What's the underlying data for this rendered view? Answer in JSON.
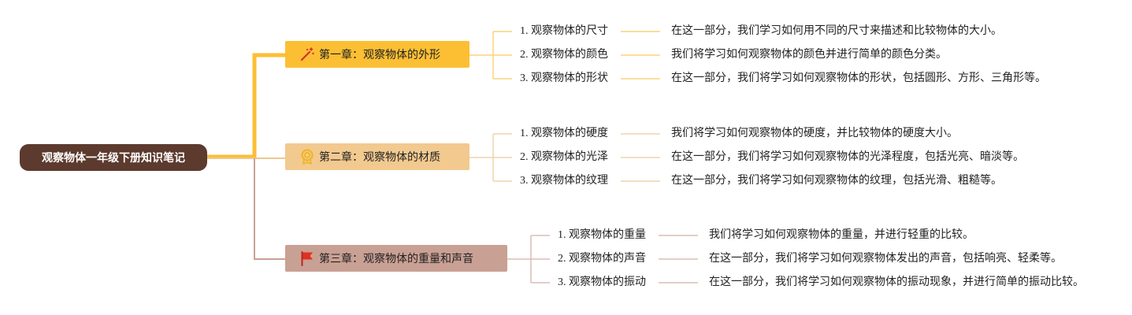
{
  "root": {
    "label": "观察物体一年级下册知识笔记"
  },
  "colors": {
    "root_bg": "#5c3a2d",
    "chapter1": "#fcbf34",
    "chapter2": "#f2c98f",
    "chapter3": "#c9a094",
    "line1": "#fcd47a",
    "line2": "#efd4ad",
    "line3": "#d9beb4"
  },
  "chapters": [
    {
      "label": "第一章：观察物体的外形",
      "icon": "magic-wand-icon",
      "items": [
        {
          "title": "1. 观察物体的尺寸",
          "desc": "在这一部分，我们学习如何用不同的尺寸来描述和比较物体的大小。"
        },
        {
          "title": "2. 观察物体的颜色",
          "desc": "我们将学习如何观察物体的颜色并进行简单的颜色分类。"
        },
        {
          "title": "3. 观察物体的形状",
          "desc": "在这一部分，我们将学习如何观察物体的形状，包括圆形、方形、三角形等。"
        }
      ]
    },
    {
      "label": "第二章：观察物体的材质",
      "icon": "medal-icon",
      "items": [
        {
          "title": "1. 观察物体的硬度",
          "desc": "我们将学习如何观察物体的硬度，并比较物体的硬度大小。"
        },
        {
          "title": "2. 观察物体的光泽",
          "desc": "在这一部分，我们将学习如何观察物体的光泽程度，包括光亮、暗淡等。"
        },
        {
          "title": "3. 观察物体的纹理",
          "desc": "在这一部分，我们将学习如何观察物体的纹理，包括光滑、粗糙等。"
        }
      ]
    },
    {
      "label": "第三章：观察物体的重量和声音",
      "icon": "red-flag-icon",
      "items": [
        {
          "title": "1. 观察物体的重量",
          "desc": "我们将学习如何观察物体的重量，并进行轻重的比较。"
        },
        {
          "title": "2. 观察物体的声音",
          "desc": "在这一部分，我们将学习如何观察物体发出的声音，包括响亮、轻柔等。"
        },
        {
          "title": "3. 观察物体的振动",
          "desc": "在这一部分，我们将学习如何观察物体的振动现象，并进行简单的振动比较。"
        }
      ]
    }
  ]
}
